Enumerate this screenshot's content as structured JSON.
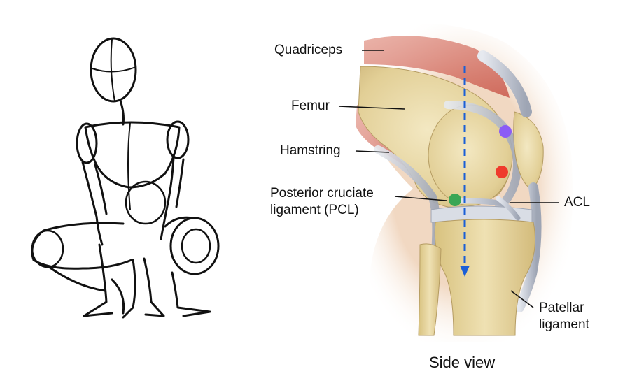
{
  "labels": {
    "quadriceps": "Quadriceps",
    "femur": "Femur",
    "hamstring": "Hamstring",
    "pcl_line1": "Posterior cruciate",
    "pcl_line2": "ligament (PCL)",
    "acl": "ACL",
    "patellar_line1": "Patellar",
    "patellar_line2": "ligament"
  },
  "caption": "Side view",
  "markers": [
    {
      "name": "purple-marker",
      "color": "#8b5cf6"
    },
    {
      "name": "red-marker",
      "color": "#ef3b2c"
    },
    {
      "name": "green-marker",
      "color": "#3aa655"
    }
  ],
  "colors": {
    "arrow": "#1a5fd6",
    "bone": "#e8d9a8",
    "muscle": "#d9776a",
    "ligament": "#c9ced8",
    "skin": "#f2dcc8"
  },
  "icons": {
    "left_figure": "squatting-figure-sketch"
  }
}
